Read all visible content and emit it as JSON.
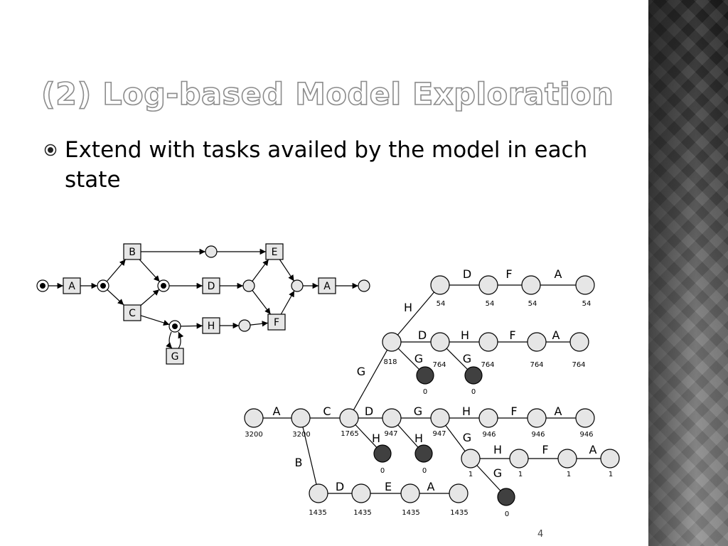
{
  "title": "(2) Log-based Model Exploration",
  "bullet": {
    "icon": "radio-bullet-icon",
    "text": "Extend with tasks availed by the model in each state"
  },
  "page_number": "4",
  "colors": {
    "title_outline": "#8c8c8c",
    "node_fill": "#e6e6e6",
    "terminal_node_fill": "#404040",
    "task_box_fill": "#e6e6e6"
  },
  "petri_net": {
    "transitions": [
      {
        "id": "A1",
        "label": "A"
      },
      {
        "id": "B",
        "label": "B"
      },
      {
        "id": "C",
        "label": "C"
      },
      {
        "id": "D",
        "label": "D"
      },
      {
        "id": "E",
        "label": "E"
      },
      {
        "id": "F",
        "label": "F"
      },
      {
        "id": "H",
        "label": "H"
      },
      {
        "id": "G",
        "label": "G"
      },
      {
        "id": "A2",
        "label": "A"
      }
    ],
    "places": [
      {
        "id": "p_start",
        "marked": true
      },
      {
        "id": "p1",
        "marked": true
      },
      {
        "id": "p_top",
        "marked": false
      },
      {
        "id": "p_mid",
        "marked": true
      },
      {
        "id": "p_low",
        "marked": true
      },
      {
        "id": "p_d_out",
        "marked": false
      },
      {
        "id": "p_h_out",
        "marked": false
      },
      {
        "id": "p_join",
        "marked": false
      },
      {
        "id": "p_end",
        "marked": false
      }
    ]
  },
  "state_tree": {
    "nodes": [
      {
        "id": "n0",
        "count": "3200",
        "terminal": false
      },
      {
        "id": "n1",
        "count": "3200",
        "terminal": false
      },
      {
        "id": "n2",
        "count": "1765",
        "terminal": false
      },
      {
        "id": "n3",
        "count": "947",
        "terminal": false
      },
      {
        "id": "n4",
        "count": "947",
        "terminal": false
      },
      {
        "id": "n5",
        "count": "946",
        "terminal": false
      },
      {
        "id": "n6",
        "count": "946",
        "terminal": false
      },
      {
        "id": "n7",
        "count": "946",
        "terminal": false
      },
      {
        "id": "n8",
        "count": "0",
        "terminal": true
      },
      {
        "id": "n9",
        "count": "0",
        "terminal": true
      },
      {
        "id": "n10",
        "count": "1",
        "terminal": false
      },
      {
        "id": "n11",
        "count": "1",
        "terminal": false
      },
      {
        "id": "n12",
        "count": "1",
        "terminal": false
      },
      {
        "id": "n13",
        "count": "1",
        "terminal": false
      },
      {
        "id": "n14",
        "count": "0",
        "terminal": true
      },
      {
        "id": "n15",
        "count": "818",
        "terminal": false
      },
      {
        "id": "n16",
        "count": "764",
        "terminal": false
      },
      {
        "id": "n17",
        "count": "764",
        "terminal": false
      },
      {
        "id": "n18",
        "count": "764",
        "terminal": false
      },
      {
        "id": "n19",
        "count": "764",
        "terminal": false
      },
      {
        "id": "n20",
        "count": "0",
        "terminal": true
      },
      {
        "id": "n21",
        "count": "0",
        "terminal": true
      },
      {
        "id": "n22",
        "count": "54",
        "terminal": false
      },
      {
        "id": "n23",
        "count": "54",
        "terminal": false
      },
      {
        "id": "n24",
        "count": "54",
        "terminal": false
      },
      {
        "id": "n25",
        "count": "54",
        "terminal": false
      },
      {
        "id": "n26",
        "count": "1435",
        "terminal": false
      },
      {
        "id": "n27",
        "count": "1435",
        "terminal": false
      },
      {
        "id": "n28",
        "count": "1435",
        "terminal": false
      },
      {
        "id": "n29",
        "count": "1435",
        "terminal": false
      }
    ],
    "edges": [
      {
        "from": "n0",
        "to": "n1",
        "label": "A"
      },
      {
        "from": "n1",
        "to": "n2",
        "label": "C"
      },
      {
        "from": "n2",
        "to": "n3",
        "label": "D"
      },
      {
        "from": "n3",
        "to": "n4",
        "label": "G"
      },
      {
        "from": "n4",
        "to": "n5",
        "label": "H"
      },
      {
        "from": "n5",
        "to": "n6",
        "label": "F"
      },
      {
        "from": "n6",
        "to": "n7",
        "label": "A"
      },
      {
        "from": "n2",
        "to": "n8",
        "label": "H"
      },
      {
        "from": "n3",
        "to": "n9",
        "label": "H"
      },
      {
        "from": "n4",
        "to": "n10",
        "label": "G"
      },
      {
        "from": "n10",
        "to": "n11",
        "label": "H"
      },
      {
        "from": "n11",
        "to": "n12",
        "label": "F"
      },
      {
        "from": "n12",
        "to": "n13",
        "label": "A"
      },
      {
        "from": "n10",
        "to": "n14",
        "label": "G"
      },
      {
        "from": "n2",
        "to": "n15",
        "label": "G"
      },
      {
        "from": "n15",
        "to": "n16",
        "label": "D"
      },
      {
        "from": "n16",
        "to": "n17",
        "label": "H"
      },
      {
        "from": "n17",
        "to": "n18",
        "label": "F"
      },
      {
        "from": "n18",
        "to": "n19",
        "label": "A"
      },
      {
        "from": "n15",
        "to": "n20",
        "label": "G"
      },
      {
        "from": "n16",
        "to": "n21",
        "label": "G"
      },
      {
        "from": "n15",
        "to": "n22",
        "label": "H"
      },
      {
        "from": "n22",
        "to": "n23",
        "label": "D"
      },
      {
        "from": "n23",
        "to": "n24",
        "label": "F"
      },
      {
        "from": "n24",
        "to": "n25",
        "label": "A"
      },
      {
        "from": "n1",
        "to": "n26",
        "label": "B"
      },
      {
        "from": "n26",
        "to": "n27",
        "label": "D"
      },
      {
        "from": "n27",
        "to": "n28",
        "label": "E"
      },
      {
        "from": "n28",
        "to": "n29",
        "label": "A"
      }
    ]
  }
}
